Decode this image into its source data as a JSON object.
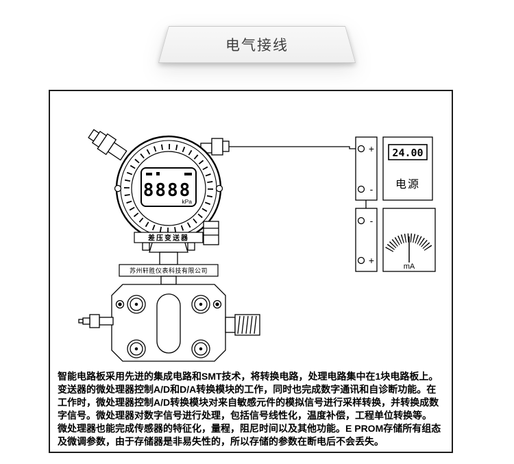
{
  "tab": {
    "title": "电气接线"
  },
  "colors": {
    "tab_bg": "#f4f4f4",
    "line": "#000000",
    "panel_bg": "#ffffff"
  },
  "diagram": {
    "lcd": {
      "digits": "8888",
      "unit": "kPa"
    },
    "name_plate": "差压变送器",
    "company_plate": "苏州轩胜仪表科技有限公司",
    "terminal_block_1": {
      "top_sign": "+",
      "bottom_sign": "-"
    },
    "terminal_block_2": {
      "top_sign": "-",
      "bottom_sign": "+"
    },
    "power_supply": {
      "display": "24.00",
      "label": "电源"
    },
    "ammeter": {
      "label": "mA"
    }
  },
  "description": {
    "lines": [
      "智能电路板采用先进的集成电路和SMT技术，将转换电路，处理电路集中在1块电路板上。",
      "变送器的微处理器控制A/D和D/A转换模块的工作，同时也完成数字通讯和自诊断功能。在",
      "工作时，微处理器控制A/D转换模块对来自敏感元件的模拟信号进行采样转换，并转换成数",
      "字信号。微处理器对数字信号进行处理，包括信号线性化，温度补偿，工程单位转换等。",
      "微处理器也能完成传感器的特征化，量程，阻尼时间以及其他功能。E PROM存储所有组态",
      "及微调参数，由于存储器是非易失性的，所以存储的参数在断电后不会丢失。"
    ]
  }
}
